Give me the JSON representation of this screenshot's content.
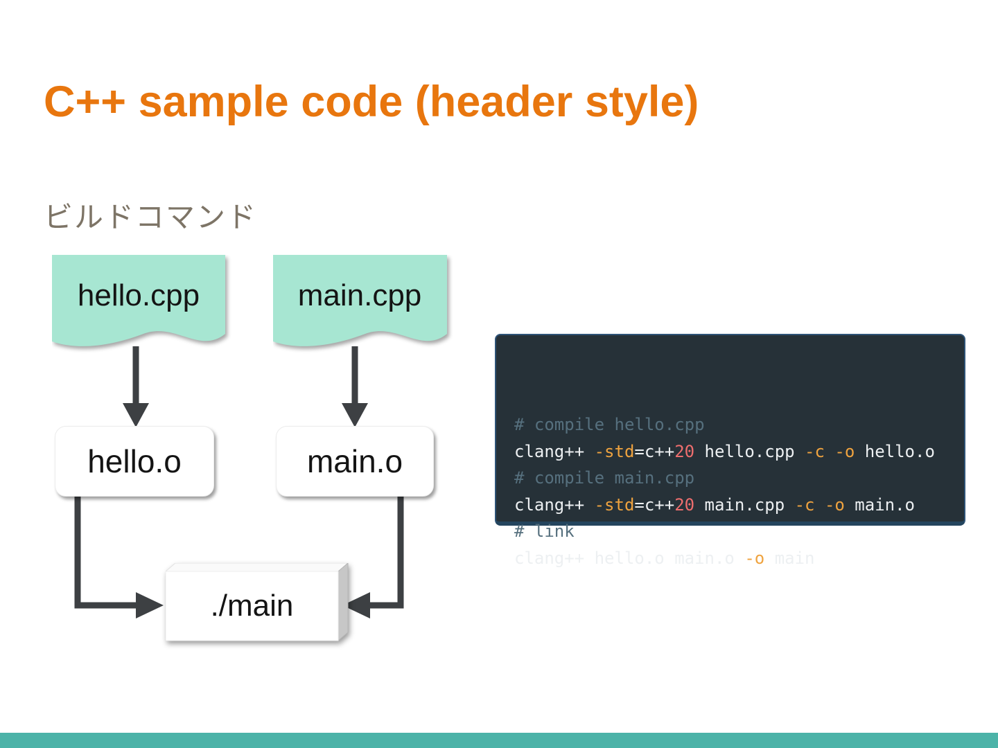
{
  "slide": {
    "title": "C++ sample code (header style)",
    "subtitle": "ビルドコマンド"
  },
  "diagram": {
    "nodes": {
      "hello_cpp": "hello.cpp",
      "main_cpp": "main.cpp",
      "hello_o": "hello.o",
      "main_o": "main.o",
      "main_exe": "./main"
    }
  },
  "code_block": {
    "lines": [
      {
        "tokens": [
          {
            "t": "# compile hello.cpp",
            "c": "comment"
          }
        ]
      },
      {
        "tokens": [
          {
            "t": "clang++ ",
            "c": "plain"
          },
          {
            "t": "-std",
            "c": "flag"
          },
          {
            "t": "=c++",
            "c": "plain"
          },
          {
            "t": "20",
            "c": "num"
          },
          {
            "t": " hello.cpp ",
            "c": "plain"
          },
          {
            "t": "-c",
            "c": "flag"
          },
          {
            "t": " ",
            "c": "plain"
          },
          {
            "t": "-o",
            "c": "flag"
          },
          {
            "t": " hello.o",
            "c": "plain"
          }
        ]
      },
      {
        "tokens": [
          {
            "t": "# compile main.cpp",
            "c": "comment"
          }
        ]
      },
      {
        "tokens": [
          {
            "t": "clang++ ",
            "c": "plain"
          },
          {
            "t": "-std",
            "c": "flag"
          },
          {
            "t": "=c++",
            "c": "plain"
          },
          {
            "t": "20",
            "c": "num"
          },
          {
            "t": " main.cpp ",
            "c": "plain"
          },
          {
            "t": "-c",
            "c": "flag"
          },
          {
            "t": " ",
            "c": "plain"
          },
          {
            "t": "-o",
            "c": "flag"
          },
          {
            "t": " main.o",
            "c": "plain"
          }
        ]
      },
      {
        "tokens": [
          {
            "t": "# link",
            "c": "comment"
          }
        ]
      },
      {
        "tokens": [
          {
            "t": "clang++ hello.o main.o ",
            "c": "plain"
          },
          {
            "t": "-o",
            "c": "flag"
          },
          {
            "t": " main",
            "c": "plain"
          }
        ]
      }
    ]
  },
  "colors": {
    "accent_orange": "#e8760e",
    "subtitle_gray": "#7d7466",
    "mint": "#a7e6d2",
    "teal_bar": "#4cb3a8",
    "arrow_gray": "#3d4043",
    "code_bg": "#263138",
    "code_plain": "#edf0f2",
    "code_comment": "#56707e",
    "code_flag": "#efa33f",
    "code_num": "#ee6e6e"
  }
}
